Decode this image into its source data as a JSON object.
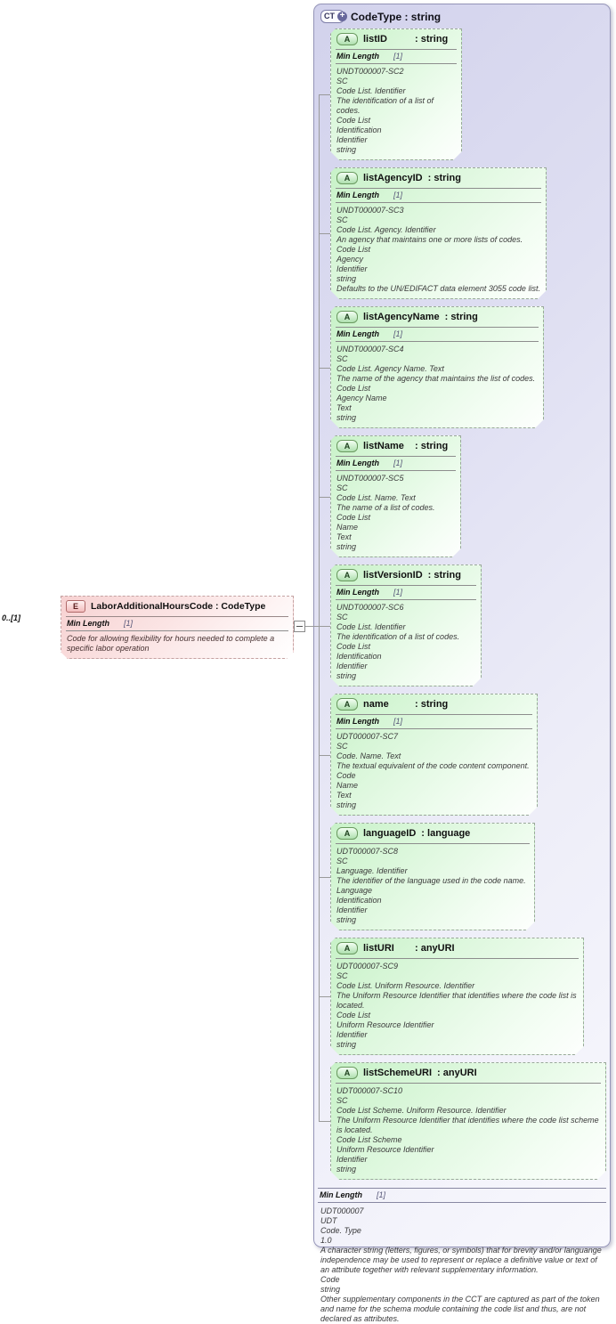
{
  "diagram": {
    "element": {
      "icon": "E",
      "name": "LaborAdditionalHoursCode",
      "type": "CodeType",
      "title": "LaborAdditionalHoursCode : CodeType",
      "cardinality": "0..[1]",
      "facet_label": "Min Length",
      "facet_value": "[1]",
      "annotation": "Code for allowing flexibility for hours needed to complete a specific labor operation"
    },
    "complex_type": {
      "icon": "CT",
      "plus_glyph": "+",
      "title": "CodeType : string",
      "attr_icon": "A",
      "attributes": [
        {
          "name": "listID",
          "type": "string",
          "facet_label": "Min Length",
          "facet_value": "[1]",
          "annotations": [
            "UNDT000007-SC2",
            "SC",
            "Code List. Identifier",
            "The identification of a list of codes.",
            "Code List",
            "Identification",
            "Identifier",
            "string"
          ]
        },
        {
          "name": "listAgencyID",
          "type": "string",
          "facet_label": "Min Length",
          "facet_value": "[1]",
          "annotations": [
            "UNDT000007-SC3",
            "SC",
            "Code List. Agency. Identifier",
            "An agency that maintains one or more lists of codes.",
            "Code List",
            "Agency",
            "Identifier",
            "string",
            "Defaults to the UN/EDIFACT data element 3055 code list."
          ]
        },
        {
          "name": "listAgencyName",
          "type": "string",
          "facet_label": "Min Length",
          "facet_value": "[1]",
          "annotations": [
            "UNDT000007-SC4",
            "SC",
            "Code List. Agency Name. Text",
            "The name of the agency that maintains the list of codes.",
            "Code List",
            "Agency Name",
            "Text",
            "string"
          ]
        },
        {
          "name": "listName",
          "type": "string",
          "facet_label": "Min Length",
          "facet_value": "[1]",
          "annotations": [
            "UNDT000007-SC5",
            "SC",
            "Code List. Name. Text",
            "The name of a list of codes.",
            "Code List",
            "Name",
            "Text",
            "string"
          ]
        },
        {
          "name": "listVersionID",
          "type": "string",
          "facet_label": "Min Length",
          "facet_value": "[1]",
          "annotations": [
            "UNDT000007-SC6",
            "SC",
            "Code List. Identifier",
            "The identification of a list of codes.",
            "Code List",
            "Identification",
            "Identifier",
            "string"
          ]
        },
        {
          "name": "name",
          "type": "string",
          "facet_label": "Min Length",
          "facet_value": "[1]",
          "annotations": [
            "UDT000007-SC7",
            "SC",
            "Code. Name. Text",
            "The textual equivalent of the code content component.",
            "Code",
            "Name",
            "Text",
            "string"
          ]
        },
        {
          "name": "languageID",
          "type": "language",
          "facet_label": "",
          "facet_value": "",
          "annotations": [
            "UDT000007-SC8",
            "SC",
            "Language. Identifier",
            "The identifier of the language used in the code name.",
            "Language",
            "Identification",
            "Identifier",
            "string"
          ]
        },
        {
          "name": "listURI",
          "type": "anyURI",
          "facet_label": "",
          "facet_value": "",
          "annotations": [
            "UDT000007-SC9",
            "SC",
            "Code List. Uniform Resource. Identifier",
            "The Uniform Resource Identifier that identifies where the code list is located.",
            "Code List",
            "Uniform Resource Identifier",
            "Identifier",
            "string"
          ]
        },
        {
          "name": "listSchemeURI",
          "type": "anyURI",
          "facet_label": "",
          "facet_value": "",
          "annotations": [
            "UDT000007-SC10",
            "SC",
            "Code List Scheme. Uniform Resource. Identifier",
            "The Uniform Resource Identifier that identifies where the code list scheme is located.",
            "Code List Scheme",
            "Uniform Resource Identifier",
            "Identifier",
            "string"
          ]
        }
      ],
      "facet_label": "Min Length",
      "facet_value": "[1]",
      "annotations": [
        "UDT000007",
        "UDT",
        "Code. Type",
        "1.0",
        "A character string (letters, figures, or symbols) that for brevity and/or languange independence may be used to represent or replace a definitive value or text of an attribute together with relevant supplementary information.",
        "Code",
        "string",
        "Other supplementary components in the CCT are captured as part of the token and name for the schema module containing the code list and thus, are not declared as attributes."
      ]
    },
    "colors": {
      "complex_type_fill": "#dcdcf2",
      "attribute_fill": "#d4f5d4",
      "element_fill": "#f7d9d9",
      "connector": "#9a9a9a"
    }
  }
}
